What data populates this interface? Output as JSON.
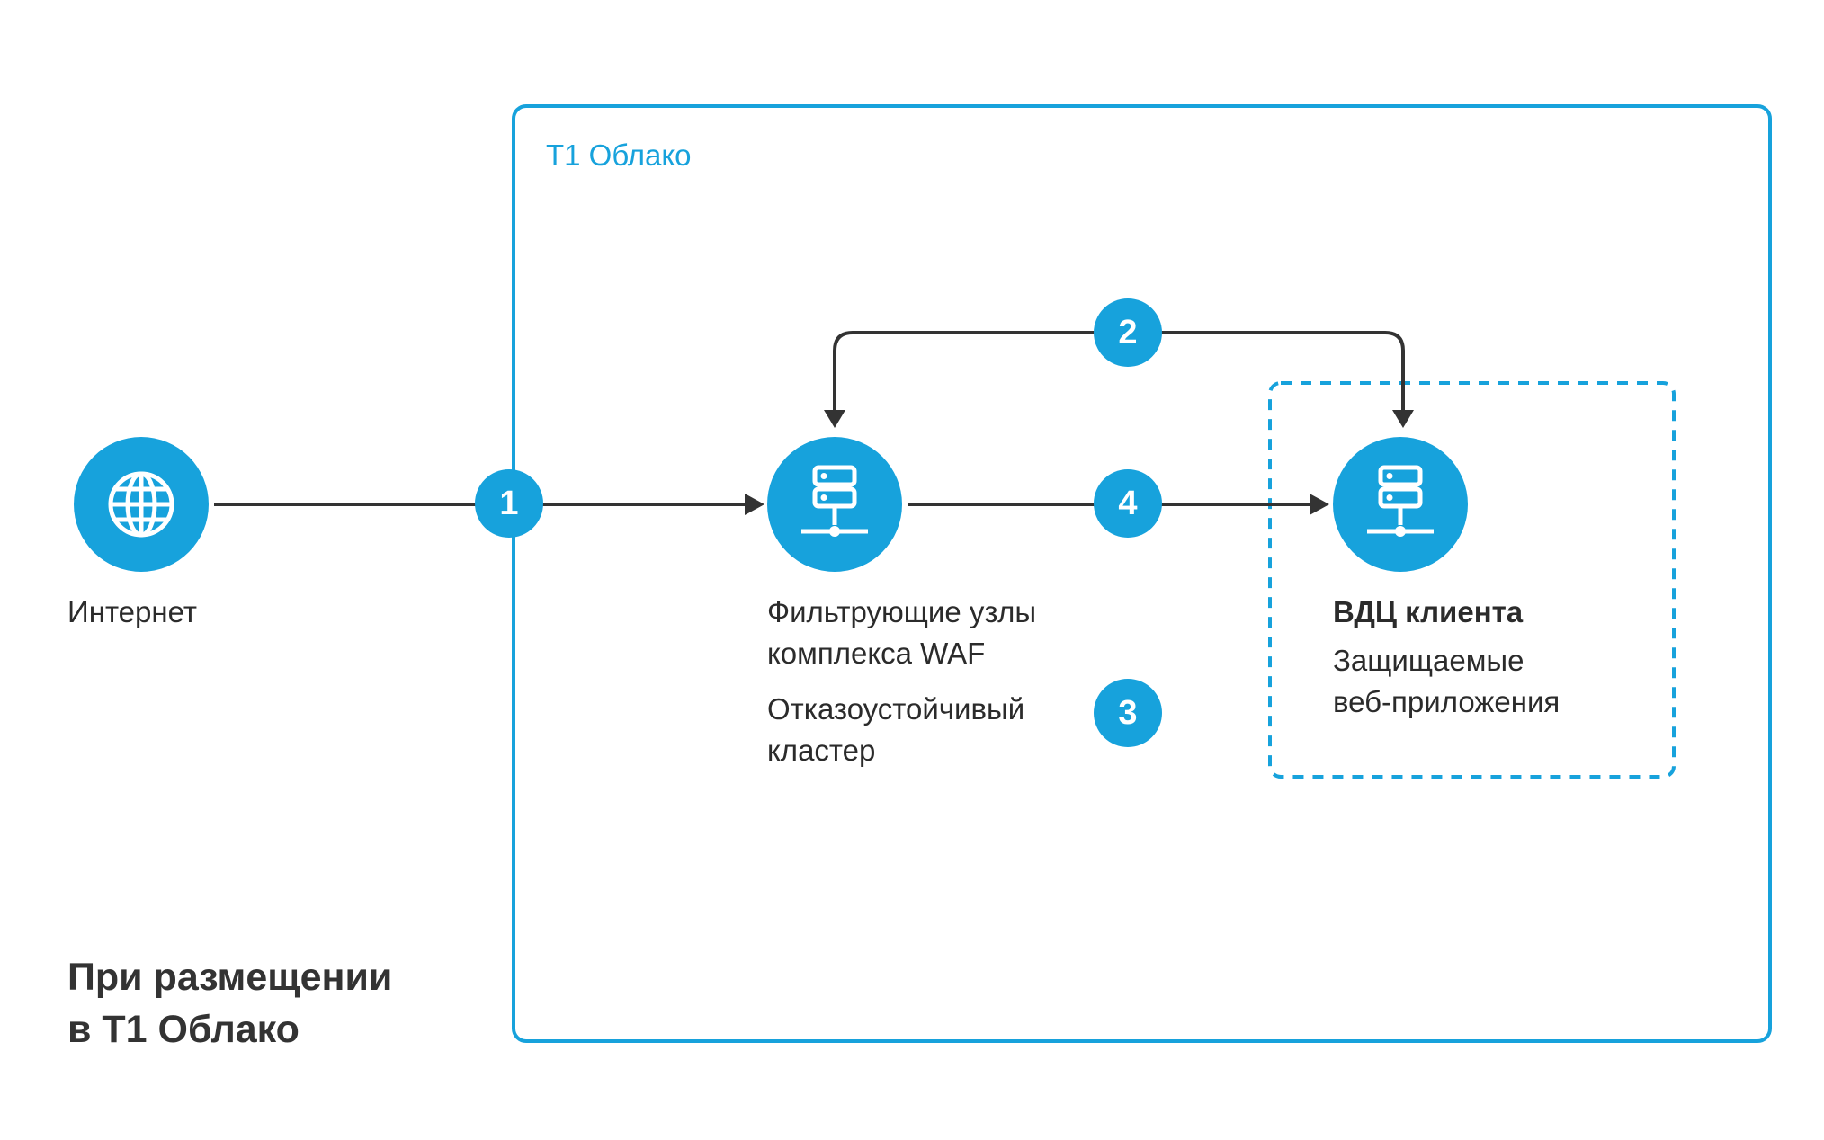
{
  "cloud": {
    "label": "Т1 Облако"
  },
  "internet": {
    "label": "Интернет",
    "icon": "globe-icon"
  },
  "waf": {
    "line1": "Фильтрующие узлы",
    "line2": "комплекса WAF",
    "line3": "Отказоустойчивый",
    "line4": "кластер",
    "icon": "server-icon"
  },
  "client": {
    "title": "ВДЦ клиента",
    "line1": "Защищаемые",
    "line2": "веб-приложения",
    "icon": "server-icon"
  },
  "steps": {
    "s1": "1",
    "s2": "2",
    "s3": "3",
    "s4": "4"
  },
  "caption": {
    "line1": "При размещении",
    "line2": "в Т1 Облако"
  },
  "colors": {
    "accent": "#17a2dc",
    "line": "#333333",
    "text": "#2b2b2b"
  }
}
